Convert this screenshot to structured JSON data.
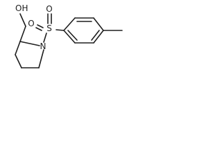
{
  "molecule": {
    "atom_labels": {
      "hydroxyl": "OH",
      "nitrogen": "N",
      "sulfur": "S",
      "oxygen_top": "O",
      "oxygen_bottom": "O"
    }
  }
}
